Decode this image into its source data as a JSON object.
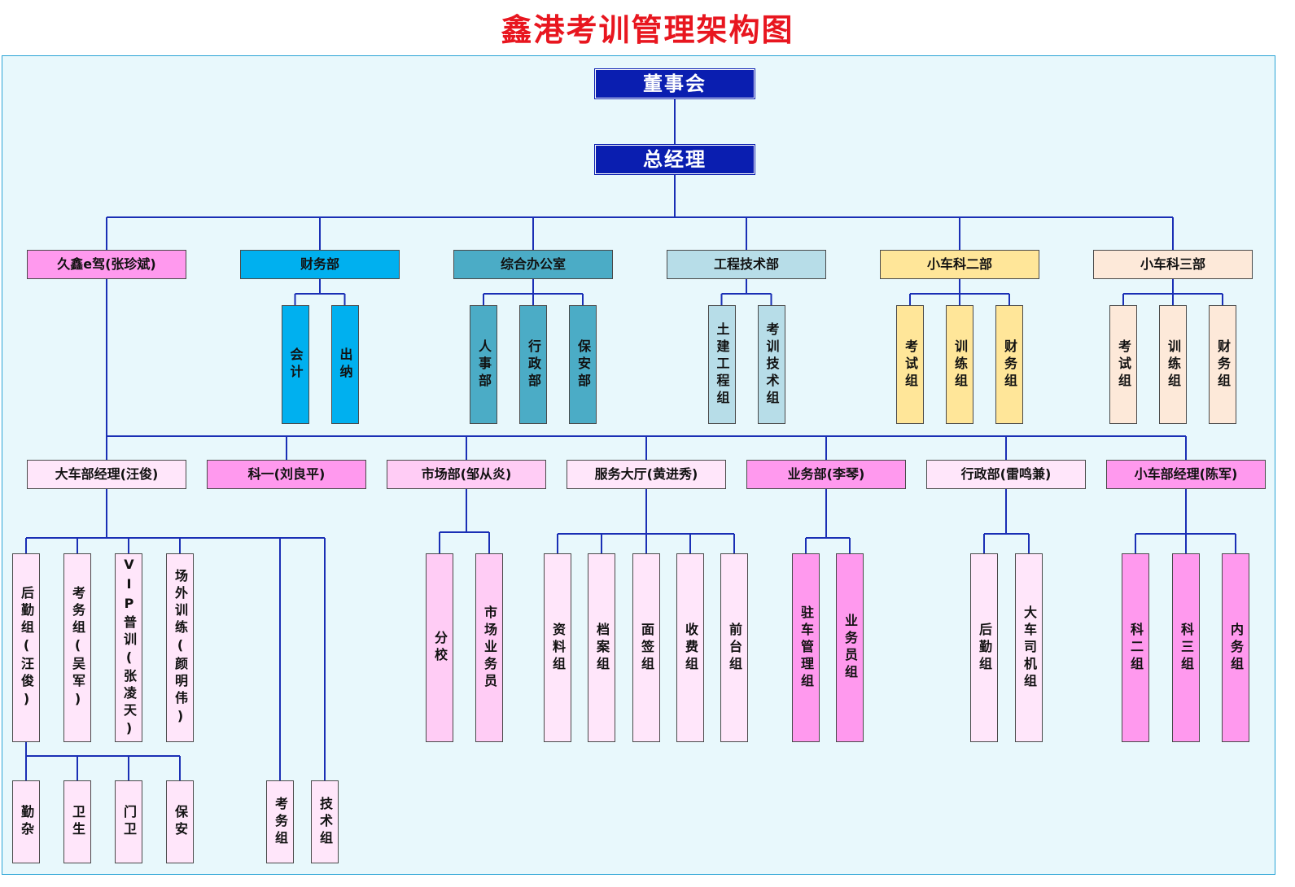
{
  "title": "鑫港考训管理架构图",
  "colors": {
    "title": "#e8161f",
    "line": "#1a2fb5",
    "top": "#0a1eb0",
    "finance": "#00b0ef",
    "office": "#4bacc6",
    "engineering": "#b7dde8",
    "car2": "#ffe699",
    "car3": "#fde9d9",
    "pink_strong": "#ff99ee",
    "pink_light": "#ffccf5",
    "pink_pale": "#ffe6fa"
  },
  "top": {
    "board": "董事会",
    "gm": "总经理"
  },
  "departments": [
    {
      "id": "jiuxin",
      "label": "久鑫e驾(张珍斌)",
      "color": "#ff99ee",
      "children": []
    },
    {
      "id": "finance",
      "label": "财务部",
      "color": "#00b0ef",
      "children": [
        "会计",
        "出纳"
      ]
    },
    {
      "id": "office",
      "label": "综合办公室",
      "color": "#4bacc6",
      "children": [
        "人事部",
        "行政部",
        "保安部"
      ]
    },
    {
      "id": "engineering",
      "label": "工程技术部",
      "color": "#b7dde8",
      "children": [
        "土建工程组",
        "考训技术组"
      ]
    },
    {
      "id": "car2",
      "label": "小车科二部",
      "color": "#ffe699",
      "children": [
        "考试组",
        "训练组",
        "财务组"
      ]
    },
    {
      "id": "car3",
      "label": "小车科三部",
      "color": "#fde9d9",
      "children": [
        "考试组",
        "训练组",
        "财务组"
      ]
    }
  ],
  "sub_departments": [
    {
      "id": "bigcar",
      "label": "大车部经理(汪俊)",
      "color": "#ffe6fa",
      "children": [
        "后勤组(汪俊)",
        "考务组(吴军)",
        "VIP普训(张凌天)",
        "场外训练(颜明伟)",
        "考务组",
        "技术组"
      ]
    },
    {
      "id": "ke1",
      "label": "科一(刘良平)",
      "color": "#ff99ee",
      "children": []
    },
    {
      "id": "market",
      "label": "市场部(邹从炎)",
      "color": "#ffccf5",
      "children": [
        "分校",
        "市场业务员"
      ]
    },
    {
      "id": "service",
      "label": "服务大厅(黄进秀)",
      "color": "#ffe6fa",
      "children": [
        "资料组",
        "档案组",
        "面签组",
        "收费组",
        "前台组"
      ]
    },
    {
      "id": "business",
      "label": "业务部(李琴)",
      "color": "#ff99ee",
      "children": [
        "驻车管理组",
        "业务员组"
      ]
    },
    {
      "id": "admin",
      "label": "行政部(雷鸣兼)",
      "color": "#ffe6fa",
      "children": [
        "后勤组",
        "大车司机组"
      ]
    },
    {
      "id": "smallcar",
      "label": "小车部经理(陈军)",
      "color": "#ff99ee",
      "children": [
        "科二组",
        "科三组",
        "内务组"
      ]
    }
  ],
  "logistics_children": [
    "勤杂",
    "卫生",
    "门卫",
    "保安"
  ]
}
